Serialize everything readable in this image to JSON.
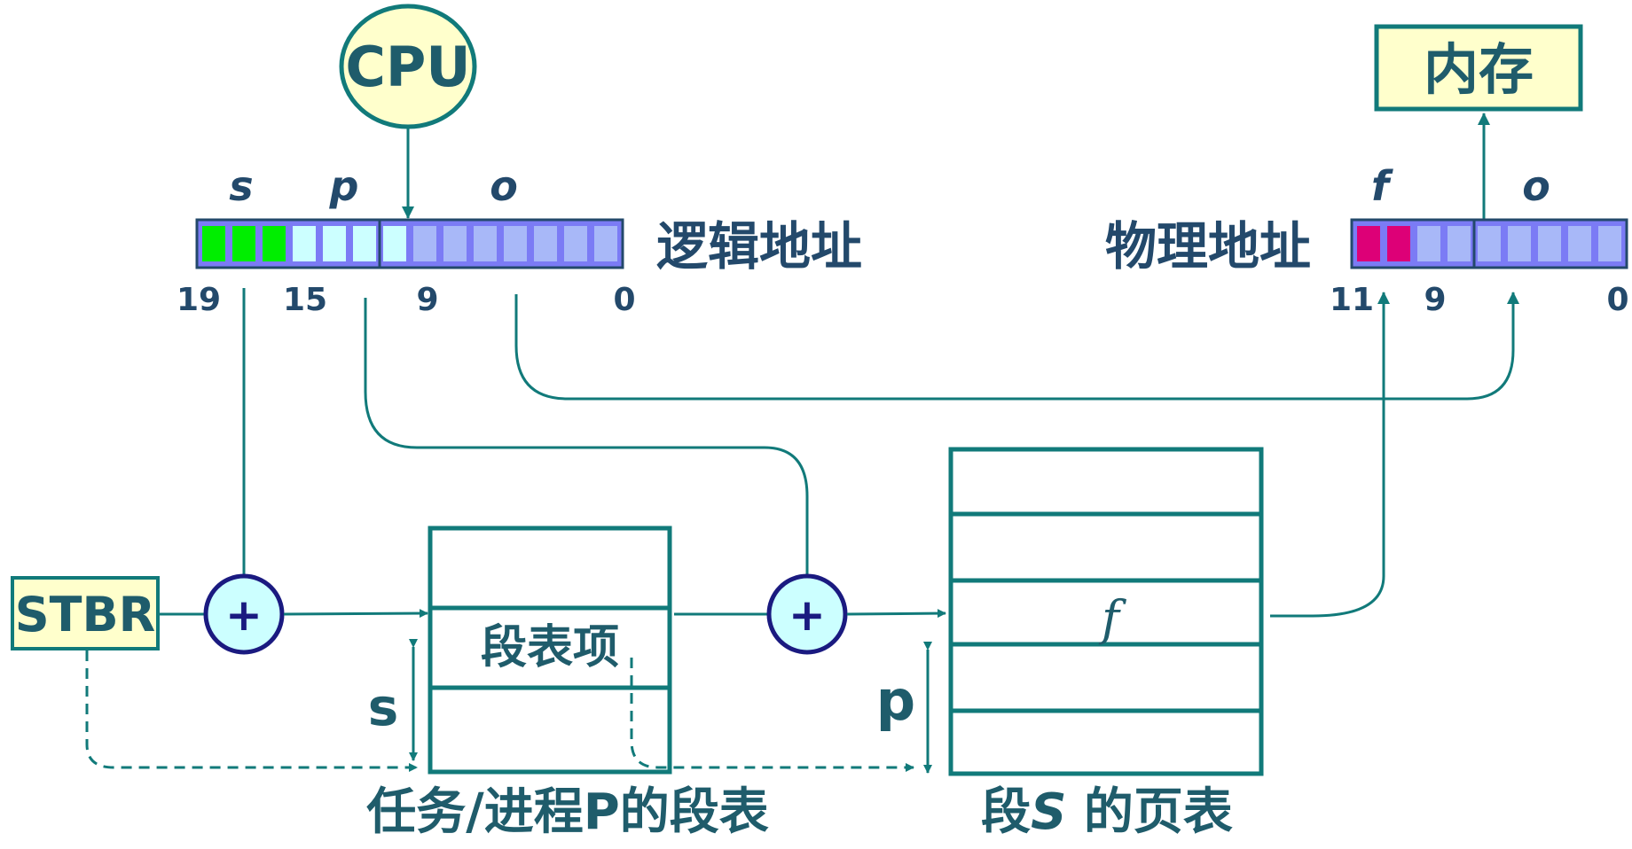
{
  "cpu": {
    "label": "CPU"
  },
  "memory": {
    "label": "内存"
  },
  "logical_address": {
    "label": "逻辑地址",
    "field_s": "s",
    "field_p": "p",
    "field_o": "o",
    "bit_19": "19",
    "bit_15": "15",
    "bit_9": "9",
    "bit_0": "0"
  },
  "physical_address": {
    "label": "物理地址",
    "field_f": "f",
    "field_o": "o",
    "bit_11": "11",
    "bit_9": "9",
    "bit_0": "0"
  },
  "stbr": {
    "label": "STBR"
  },
  "adders": {
    "symbol": "+"
  },
  "segment_table": {
    "caption": "任务/进程P的段表",
    "entry_label": "段表项",
    "offset_label": "s"
  },
  "page_table": {
    "caption_prefix": "段",
    "caption_var": "S",
    "caption_suffix": " 的页表",
    "entry_label": "f",
    "offset_label": "p"
  },
  "colors": {
    "line": "#117a7a",
    "box_fill": "#ffffcc",
    "text": "#1f5c6b",
    "adder_fill": "#ccffff",
    "adder_stroke": "#1a1a80",
    "cell_blue": "#a8b8f8",
    "cell_bg": "#7b7bf5",
    "cell_green": "#00ee00",
    "cell_cyan": "#ccffff",
    "cell_magenta": "#dd0077"
  }
}
